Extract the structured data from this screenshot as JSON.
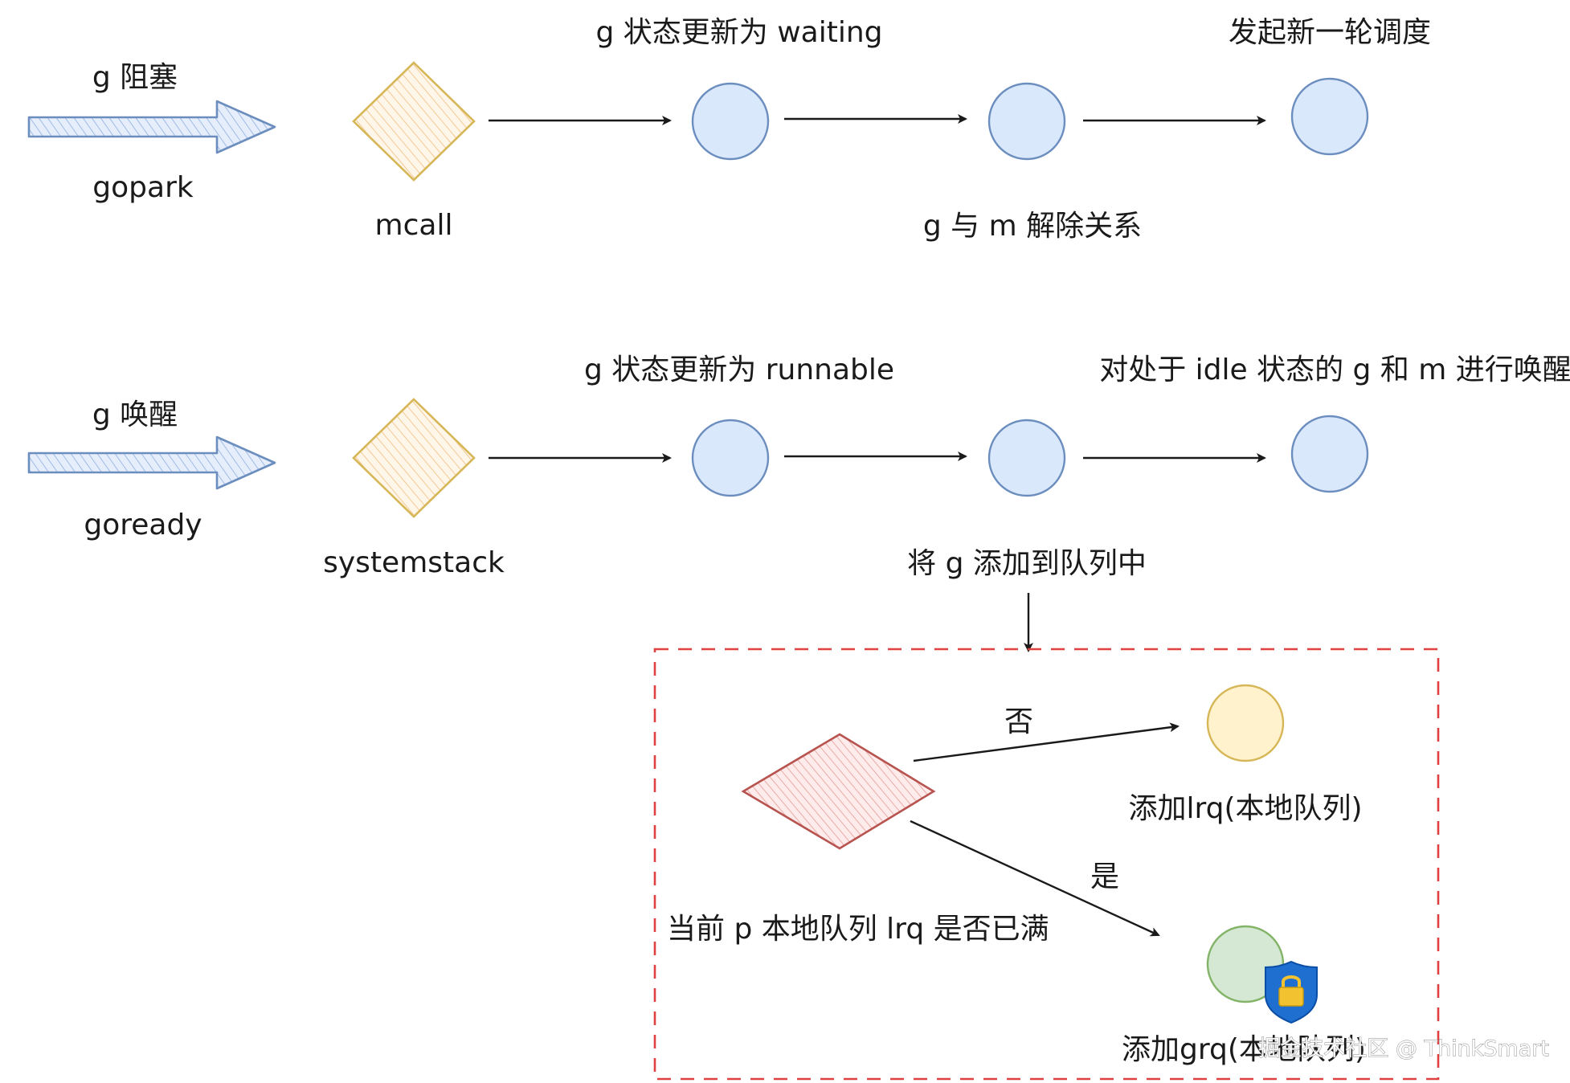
{
  "flow_top": {
    "trigger_label": "g 阻塞",
    "trigger_func": "gopark",
    "entry_func": "mcall",
    "step1_label": "g 状态更新为 waiting",
    "step2_label": "g 与 m 解除关系",
    "step3_label": "发起新一轮调度"
  },
  "flow_bottom": {
    "trigger_label": "g 唤醒",
    "trigger_func": "goready",
    "entry_func": "systemstack",
    "step1_label": "g 状态更新为 runnable",
    "step2_label": "将 g 添加到队列中",
    "step3_label": "对处于 idle 状态的 g 和 m 进行唤醒"
  },
  "decision": {
    "question": "当前 p 本地队列 lrq 是否已满",
    "no_label": "否",
    "no_result": "添加lrq(本地队列)",
    "yes_label": "是",
    "yes_result": "添加grq(本地队列)"
  },
  "watermark": "掘金技术社区 @ ThinkSmart",
  "colors": {
    "node_fill": "#dae8fc",
    "node_stroke": "#6c8ebf",
    "entry_fill": "#ffe6cc",
    "entry_stroke": "#d6b656",
    "decision_fill": "#f8cecc",
    "decision_stroke": "#b85450",
    "lrq_fill": "#fff2cc",
    "lrq_stroke": "#d6b656",
    "grq_fill": "#d5e8d4",
    "grq_stroke": "#82b366",
    "trigger_arrow": "#6c8ebf",
    "dashed_border": "#e04040",
    "shield": "#1e6fd0",
    "lock": "#f2c230"
  },
  "icons": {
    "badge": "shield-lock-icon"
  }
}
